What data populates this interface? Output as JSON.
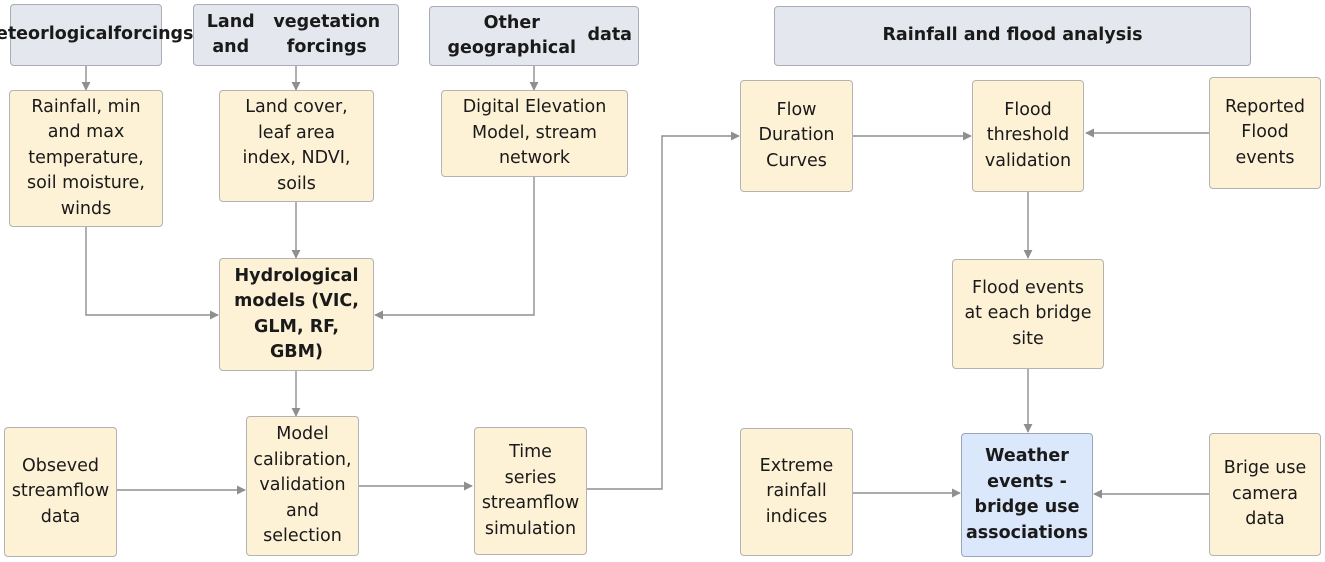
{
  "nodes": {
    "met_forcings": [
      "Meteorlogical",
      "forcings"
    ],
    "land_forcings": [
      "Land and",
      "vegetation forcings"
    ],
    "geo_data": [
      "Other geographical",
      "data"
    ],
    "rainfall_flood": [
      "Rainfall and flood analysis"
    ],
    "met_inputs": [
      "Rainfall, min",
      "and max",
      "temperature,",
      "soil moisture,",
      "winds"
    ],
    "land_inputs": [
      "Land cover,",
      "leaf area",
      "index, NDVI,",
      "soils"
    ],
    "geo_inputs": [
      "Digital Elevation",
      "Model, stream",
      "network"
    ],
    "hydro_models": [
      "Hydrological",
      "models (VIC,",
      "GLM, RF,",
      "GBM)"
    ],
    "observed_streamflow": [
      "Obseved",
      "streamflow",
      "data"
    ],
    "calibration": [
      "Model",
      "calibration,",
      "validation",
      "and",
      "selection"
    ],
    "timeseries": [
      "Time",
      "series",
      "streamflow",
      "simulation"
    ],
    "flow_duration": [
      "Flow",
      "Duration",
      "Curves"
    ],
    "flood_threshold": [
      "Flood",
      "threshold",
      "validation"
    ],
    "reported_flood": [
      "Reported",
      "Flood",
      "events"
    ],
    "flood_events_bridge": [
      "Flood events",
      "at each bridge",
      "site"
    ],
    "extreme_rainfall": [
      "Extreme",
      "rainfall",
      "indices"
    ],
    "weather_bridge": [
      "Weather",
      "events -",
      "bridge use",
      "associations"
    ],
    "bridge_camera": [
      "Brige use",
      "camera",
      "data"
    ]
  },
  "colors": {
    "header_fill": "#e4e7ed",
    "process_fill": "#fdf1d6",
    "result_fill": "#dbe7fb",
    "connector": "#8f8f8f"
  }
}
